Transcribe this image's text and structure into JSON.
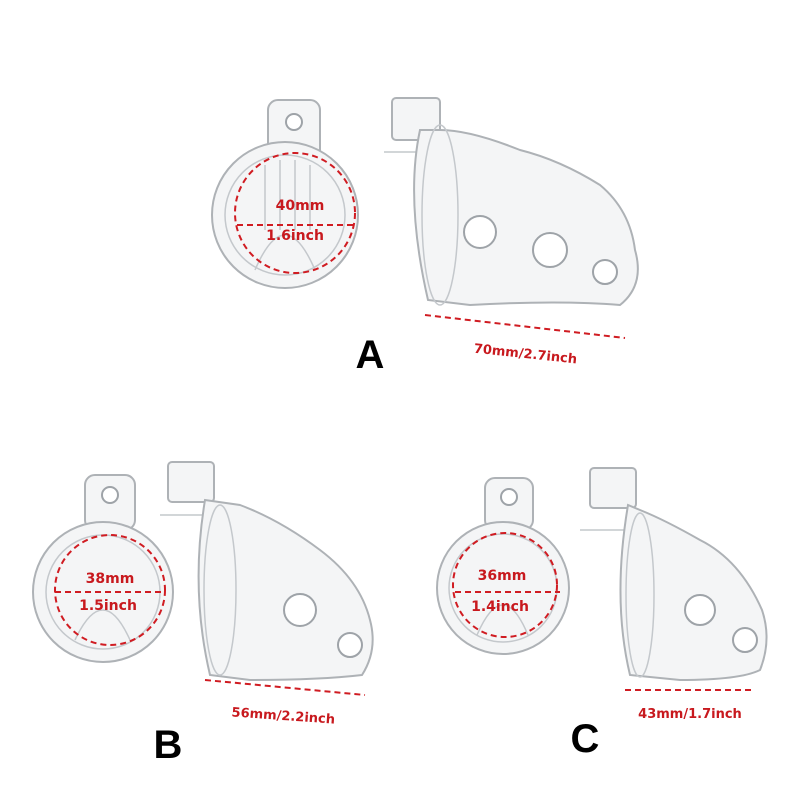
{
  "variants": [
    {
      "letter": "A",
      "diameter_mm": "40mm",
      "diameter_in": "1.6inch",
      "length": "70mm/2.7inch"
    },
    {
      "letter": "B",
      "diameter_mm": "38mm",
      "diameter_in": "1.5inch",
      "length": "56mm/2.2inch"
    },
    {
      "letter": "C",
      "diameter_mm": "36mm",
      "diameter_in": "1.4inch",
      "length": "43mm/1.7inch"
    }
  ],
  "colors": {
    "annotation": "#c8191e",
    "label": "#000000"
  }
}
